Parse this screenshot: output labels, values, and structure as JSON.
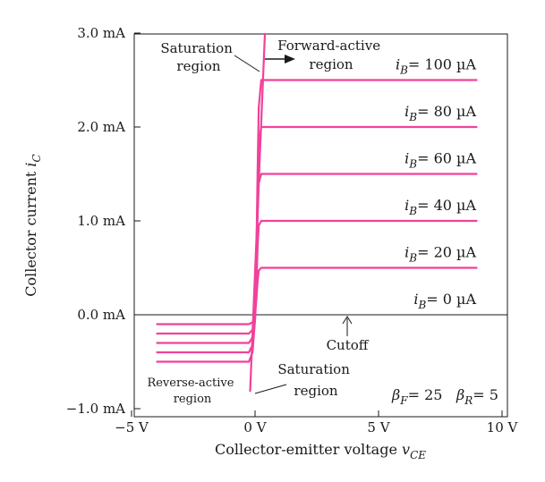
{
  "chart_data": {
    "type": "line",
    "title": "",
    "xlabel": "Collector-emitter voltage",
    "xlabel_var": "v",
    "xlabel_sub": "CE",
    "ylabel": "Collector current",
    "ylabel_var": "i",
    "ylabel_sub": "C",
    "xlim": [
      -5,
      10
    ],
    "ylim": [
      -1,
      3
    ],
    "x_ticks": [
      {
        "value": -5,
        "label": "−5 V"
      },
      {
        "value": 0,
        "label": "0 V"
      },
      {
        "value": 5,
        "label": "5 V"
      },
      {
        "value": 10,
        "label": "10 V"
      }
    ],
    "y_ticks": [
      {
        "value": -1,
        "label": "−1.0 mA"
      },
      {
        "value": 0,
        "label": "0.0 mA"
      },
      {
        "value": 1,
        "label": "1.0 mA"
      },
      {
        "value": 2,
        "label": "2.0 mA"
      },
      {
        "value": 3,
        "label": "3.0 mA"
      }
    ],
    "grid": false,
    "zero_line": true,
    "curve_color": "#f0429a",
    "series": [
      {
        "name_var": "i",
        "name_sub": "B",
        "name_value": "= 100 µA",
        "ib_uA": 100,
        "x": [
          -4,
          -0.25,
          -0.1,
          0,
          0.05,
          0.1,
          0.15,
          0.25,
          9
        ],
        "y": [
          -0.5,
          -0.5,
          -0.4,
          -0.05,
          0.6,
          1.5,
          2.2,
          2.5,
          2.5
        ]
      },
      {
        "name_var": "i",
        "name_sub": "B",
        "name_value": "= 80 µA",
        "ib_uA": 80,
        "x": [
          -4,
          -0.25,
          -0.1,
          0,
          0.05,
          0.1,
          0.15,
          0.25,
          9
        ],
        "y": [
          -0.4,
          -0.4,
          -0.32,
          -0.04,
          0.5,
          1.3,
          1.85,
          2.0,
          2.0
        ]
      },
      {
        "name_var": "i",
        "name_sub": "B",
        "name_value": "= 60 µA",
        "ib_uA": 60,
        "x": [
          -4,
          -0.25,
          -0.1,
          0,
          0.05,
          0.1,
          0.15,
          0.25,
          9
        ],
        "y": [
          -0.3,
          -0.3,
          -0.24,
          -0.03,
          0.4,
          1.0,
          1.4,
          1.5,
          1.5
        ]
      },
      {
        "name_var": "i",
        "name_sub": "B",
        "name_value": "= 40 µA",
        "ib_uA": 40,
        "x": [
          -4,
          -0.25,
          -0.1,
          0,
          0.05,
          0.1,
          0.15,
          0.25,
          9
        ],
        "y": [
          -0.2,
          -0.2,
          -0.16,
          -0.02,
          0.3,
          0.7,
          0.95,
          1.0,
          1.0
        ]
      },
      {
        "name_var": "i",
        "name_sub": "B",
        "name_value": "= 20 µA",
        "ib_uA": 20,
        "x": [
          -4,
          -0.25,
          -0.1,
          0,
          0.05,
          0.1,
          0.15,
          0.25,
          9
        ],
        "y": [
          -0.1,
          -0.1,
          -0.08,
          -0.01,
          0.15,
          0.35,
          0.47,
          0.5,
          0.5
        ]
      },
      {
        "name_var": "i",
        "name_sub": "B",
        "name_value": "= 0 µA",
        "ib_uA": 0,
        "x": [
          -5,
          10
        ],
        "y": [
          0,
          0
        ]
      }
    ],
    "annotations": {
      "saturation_top": [
        "Saturation",
        "region"
      ],
      "forward_active": [
        "Forward-active",
        "region"
      ],
      "cutoff": "Cutoff",
      "saturation_bottom": [
        "Saturation",
        "region"
      ],
      "reverse_active": [
        "Reverse-active",
        "region"
      ],
      "beta_f": {
        "var": "β",
        "sub": "F",
        "value": "= 25"
      },
      "beta_r": {
        "var": "β",
        "sub": "R",
        "value": "= 5"
      }
    }
  }
}
